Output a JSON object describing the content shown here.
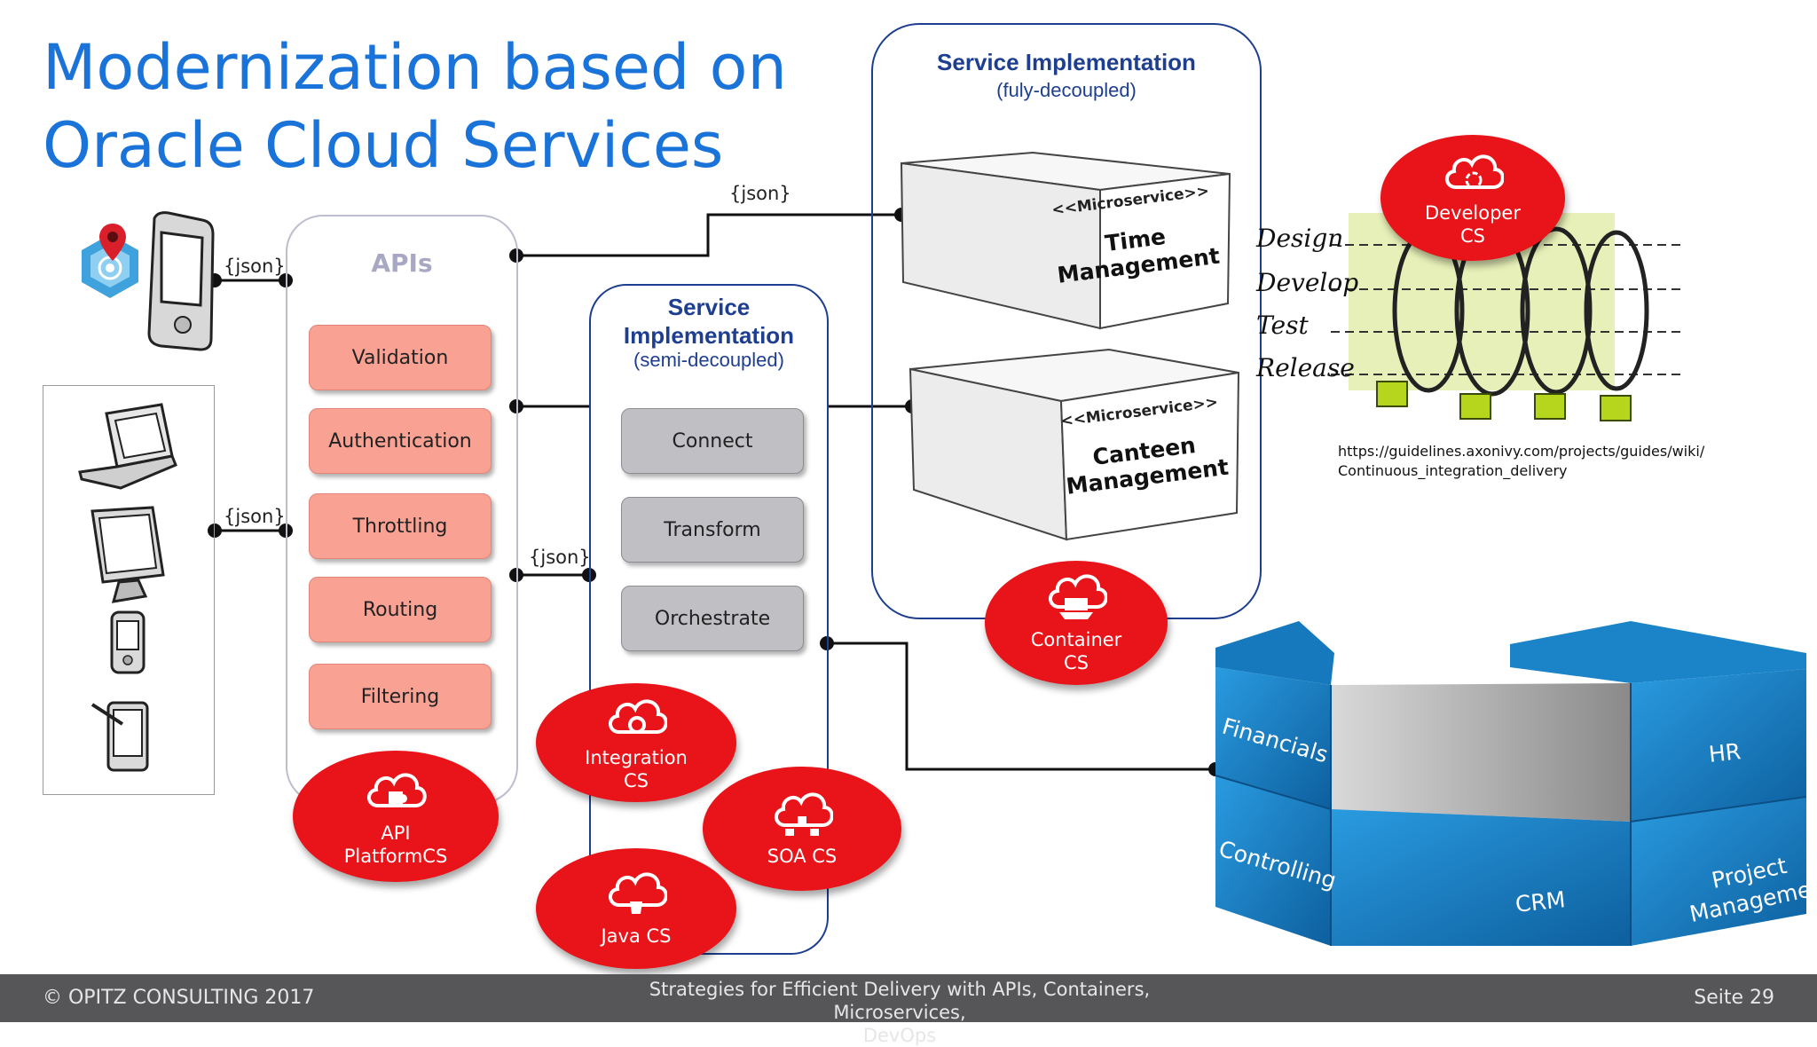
{
  "title": {
    "line1": "Modernization based on",
    "line2": "Oracle Cloud Services"
  },
  "json_label": "{json}",
  "apis": {
    "heading": "APIs",
    "items": [
      "Validation",
      "Authentication",
      "Throttling",
      "Routing",
      "Filtering"
    ],
    "badge": {
      "line1": "API",
      "line2": "PlatformCS"
    }
  },
  "semi": {
    "heading_line1": "Service",
    "heading_line2": "Implementation",
    "sub": "(semi-decoupled)",
    "items": [
      "Connect",
      "Transform",
      "Orchestrate"
    ]
  },
  "fully": {
    "heading": "Service Implementation",
    "sub": "(fuly-decoupled)",
    "stereotype": "<<Microservice>>",
    "ms1": {
      "line1": "Time",
      "line2": "Management"
    },
    "ms2": {
      "line1": "Canteen",
      "line2": "Management"
    }
  },
  "badges": {
    "integration": {
      "line1": "Integration",
      "line2": "CS"
    },
    "soa": {
      "line1": "SOA CS"
    },
    "java": {
      "line1": "Java  CS"
    },
    "container": {
      "line1": "Container",
      "line2": "CS"
    },
    "developer": {
      "line1": "Developer",
      "line2": "CS"
    }
  },
  "devops": {
    "stages": [
      "Design",
      "Develop",
      "Test",
      "Release"
    ],
    "url_line1": "https://guidelines.axonivy.com/projects/guides/wiki/",
    "url_line2": "Continuous_integration_delivery"
  },
  "modules": [
    "Financials",
    "HR",
    "Controlling",
    "CRM",
    "Project",
    "Management"
  ],
  "footer": {
    "copyright": "© OPITZ CONSULTING 2017",
    "subtitle_line1": "Strategies  for  Efficient Delivery  with  APIs, Containers,  Microservices,",
    "subtitle_line2": "DevOps",
    "page": "Seite 29"
  },
  "colors": {
    "title": "#1a73d9",
    "badge": "#e8141a",
    "panel_border": "#1e3f8f",
    "pill_salmon": "#f9a294",
    "pill_gray": "#bfbfc4",
    "cube_blue": "#1a86c8",
    "footer_bg": "#565659"
  }
}
